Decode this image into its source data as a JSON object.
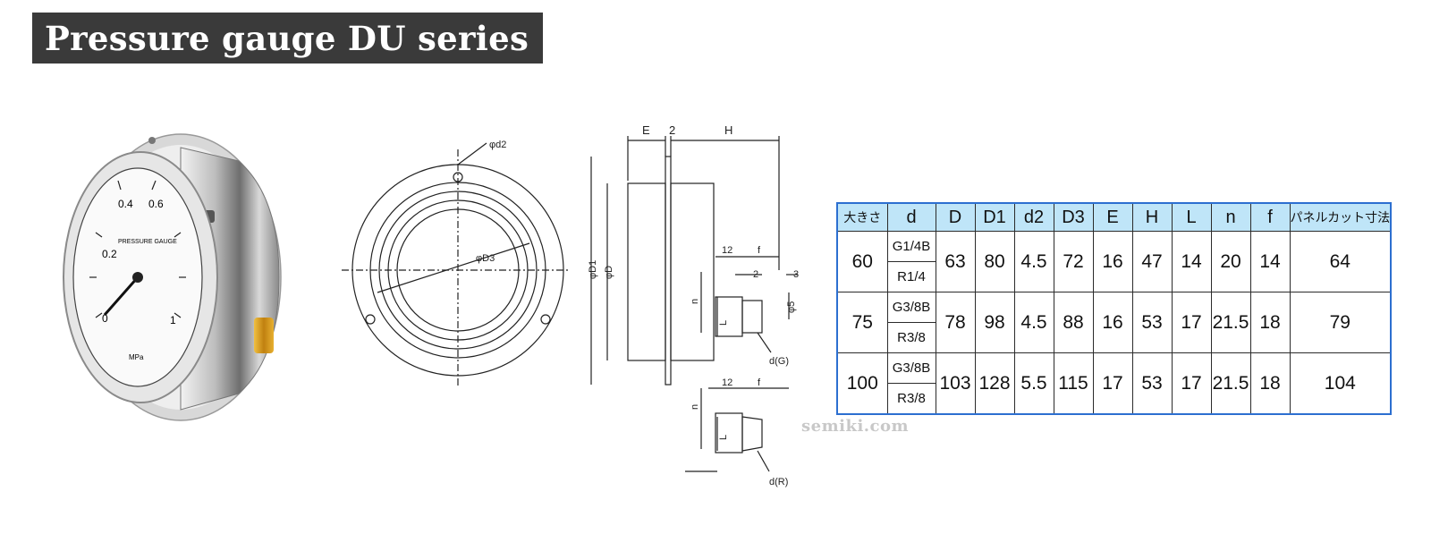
{
  "header": {
    "title": "Pressure gauge DU series"
  },
  "photo": {
    "dial_marks": [
      "0.4",
      "0.6",
      "0.2",
      "0",
      "1",
      "MPa"
    ],
    "dial_text": "PRESSURE GAUGE"
  },
  "drawing": {
    "labels": {
      "E": "E",
      "two_top": "2",
      "H": "H",
      "phi_d2": "φd2",
      "phi_d3": "φD3",
      "phi_d1": "φD1",
      "phi_d": "φD",
      "twelve": "12",
      "f": "f",
      "two_side": "2",
      "three": "3",
      "n": "n",
      "L": "L",
      "phi5": "φ5",
      "dG": "d(G)",
      "twelve2": "12",
      "f2": "f",
      "n2": "n",
      "L2": "L",
      "dR": "d(R)"
    }
  },
  "watermark": "semiki.com",
  "table": {
    "headers": [
      "大きさ",
      "d",
      "D",
      "D1",
      "d2",
      "D3",
      "E",
      "H",
      "L",
      "n",
      "f",
      "パネルカット寸法"
    ],
    "rows": [
      {
        "size": "60",
        "threads": [
          "G1/4B",
          "R1/4"
        ],
        "D": "63",
        "D1": "80",
        "d2": "4.5",
        "D3": "72",
        "E": "16",
        "H": "47",
        "L": "14",
        "n": "20",
        "f": "14",
        "panel": "64"
      },
      {
        "size": "75",
        "threads": [
          "G3/8B",
          "R3/8"
        ],
        "D": "78",
        "D1": "98",
        "d2": "4.5",
        "D3": "88",
        "E": "16",
        "H": "53",
        "L": "17",
        "n": "21.5",
        "f": "18",
        "panel": "79"
      },
      {
        "size": "100",
        "threads": [
          "G3/8B",
          "R3/8"
        ],
        "D": "103",
        "D1": "128",
        "d2": "5.5",
        "D3": "115",
        "E": "17",
        "H": "53",
        "L": "17",
        "n": "21.5",
        "f": "18",
        "panel": "104"
      }
    ]
  },
  "colors": {
    "title_bg": "#3a3a3a",
    "header_bg": "#bfe5f8",
    "table_border": "#2c6fd0",
    "brass": "#d4a020"
  }
}
